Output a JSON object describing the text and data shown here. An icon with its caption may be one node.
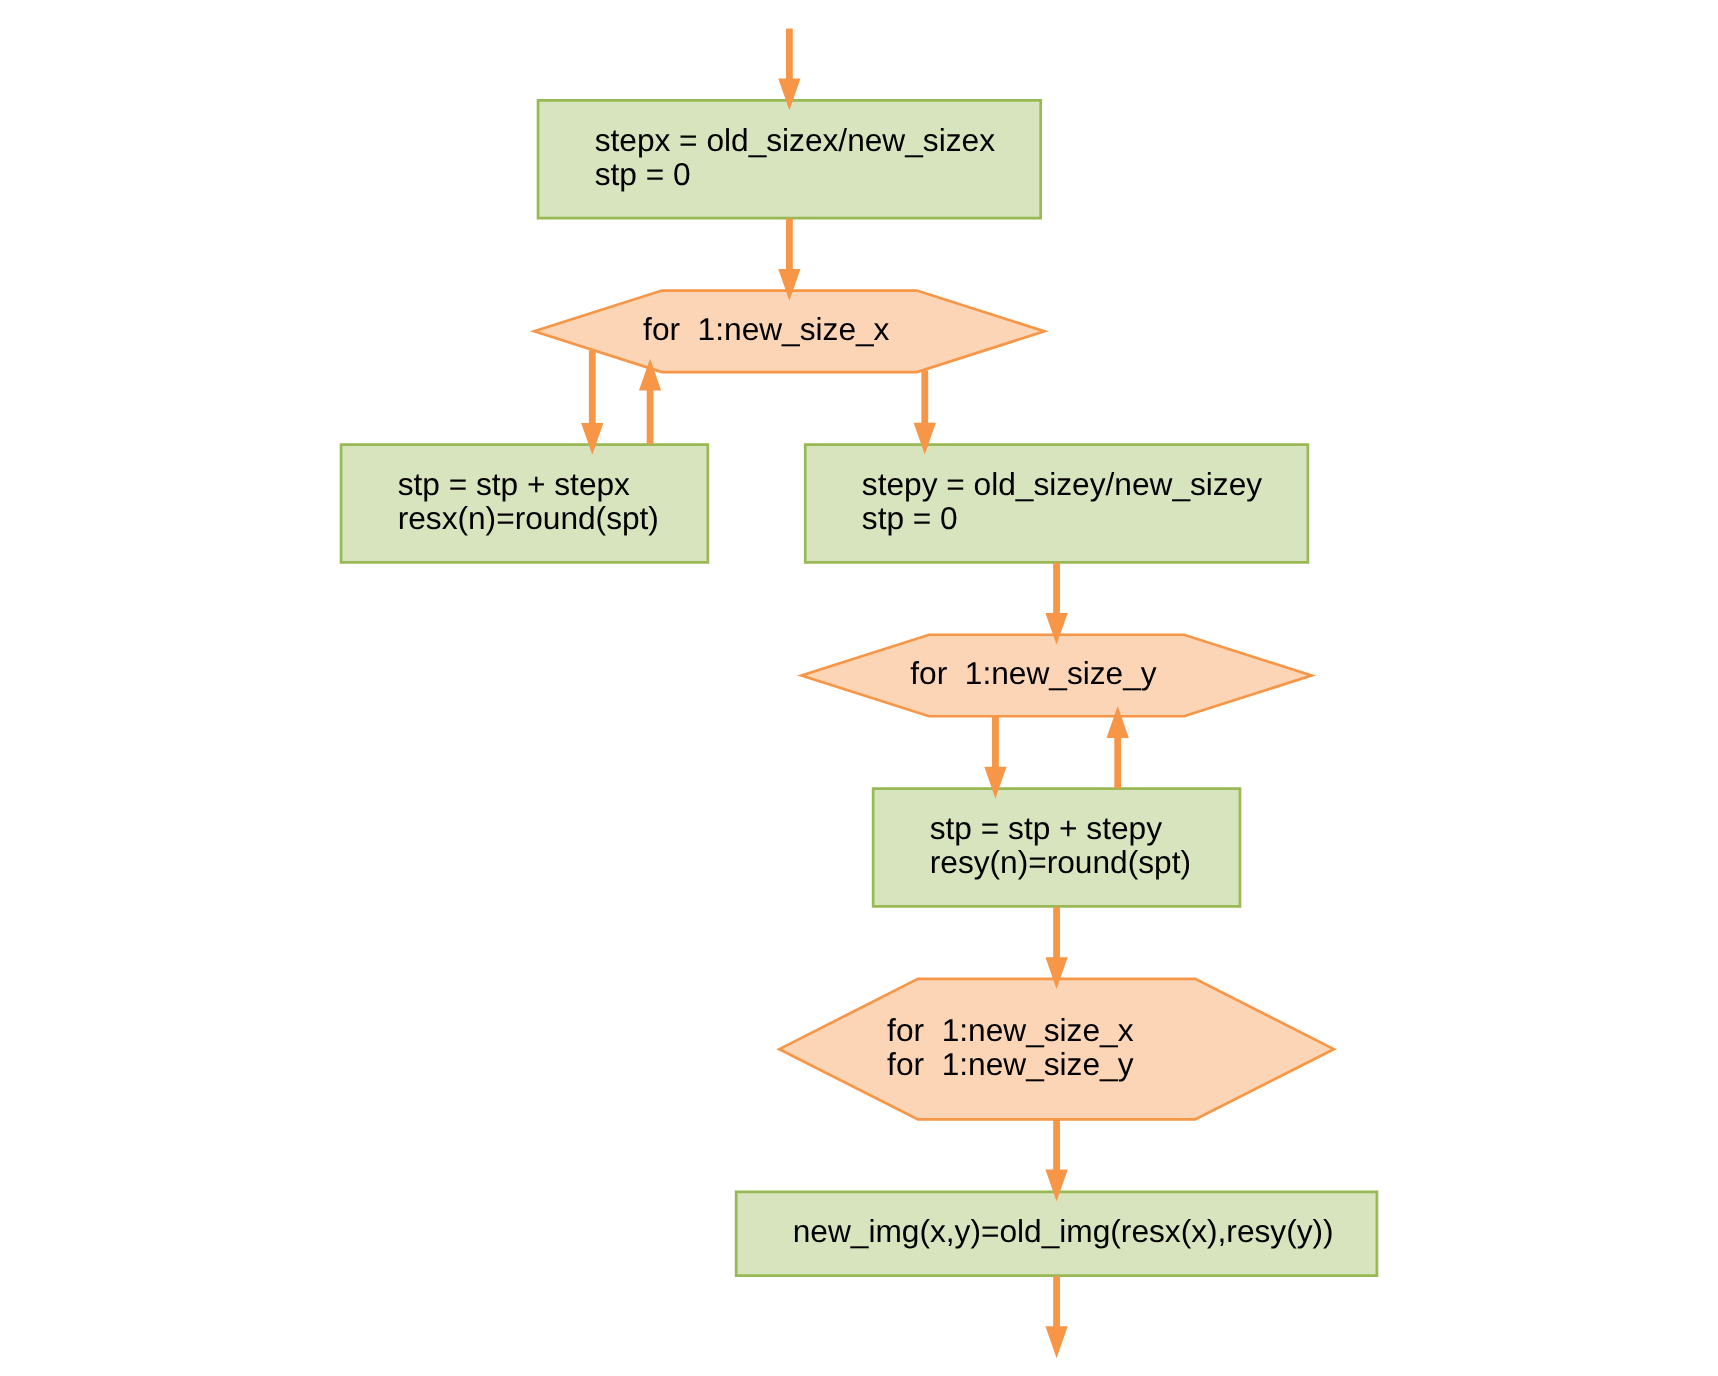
{
  "diagram": {
    "nodes": [
      {
        "text": [
          "stepx = old_sizex/new_sizex",
          "stp = 0"
        ]
      },
      {
        "text": [
          "for  1:new_size_x"
        ]
      },
      {
        "text": [
          "stp = stp + stepx",
          "resx(n)=round(spt)"
        ]
      },
      {
        "text": [
          "stepy = old_sizey/new_sizey",
          "stp = 0"
        ]
      },
      {
        "text": [
          "for  1:new_size_y"
        ]
      },
      {
        "text": [
          "stp = stp + stepy",
          "resy(n)=round(spt)"
        ]
      },
      {
        "text": [
          "for  1:new_size_x",
          "for  1:new_size_y"
        ]
      },
      {
        "text": [
          "new_img(x,y)=old_img(resx(x),resy(y))"
        ]
      }
    ],
    "edges": [
      {
        "from": null,
        "to": 0,
        "arrow": "to"
      },
      {
        "from": 0,
        "to": 1,
        "arrow": "to"
      },
      {
        "from": 1,
        "to": 2,
        "arrow": "to"
      },
      {
        "from": 2,
        "to": 1,
        "arrow": "to"
      },
      {
        "from": 1,
        "to": 3,
        "arrow": "to"
      },
      {
        "from": 3,
        "to": 4,
        "arrow": "to"
      },
      {
        "from": 4,
        "to": 5,
        "arrow": "to"
      },
      {
        "from": 5,
        "to": 4,
        "arrow": "to"
      },
      {
        "from": 5,
        "to": 6,
        "arrow": "to"
      },
      {
        "from": 6,
        "to": 7,
        "arrow": "to"
      },
      {
        "from": 7,
        "to": null,
        "arrow": "to"
      }
    ]
  }
}
